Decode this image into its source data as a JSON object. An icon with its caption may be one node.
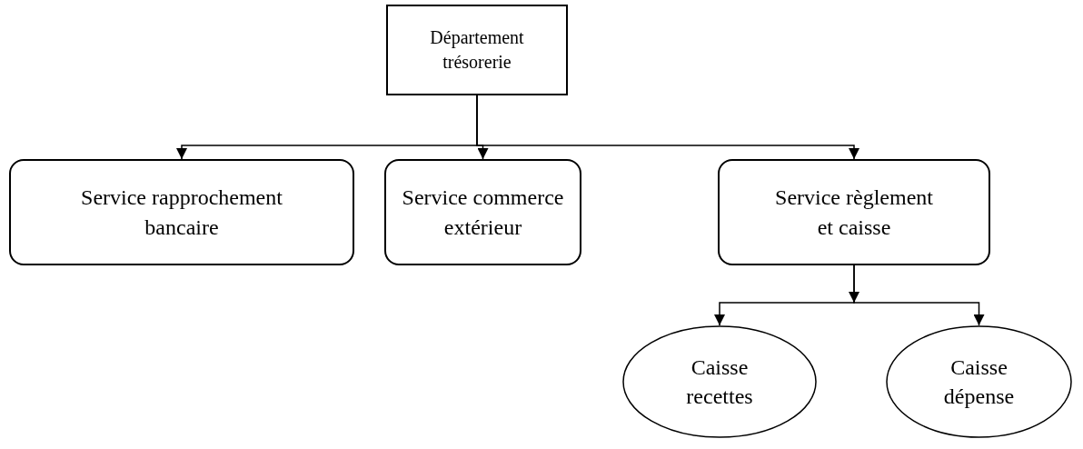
{
  "diagram": {
    "nodes": [
      {
        "text": [
          "Département trésorerie"
        ]
      },
      {
        "text": [
          "Service rapprochement bancaire"
        ]
      },
      {
        "text": [
          "Service commerce extérieur"
        ]
      },
      {
        "text": [
          "Service règlement et caisse"
        ]
      },
      {
        "text": [
          "Caisse recettes"
        ]
      },
      {
        "text": [
          "Caisse dépense"
        ]
      }
    ],
    "edges": [
      {
        "from": 0,
        "to": 1,
        "arrow": "to"
      },
      {
        "from": 0,
        "to": 2,
        "arrow": "to"
      },
      {
        "from": 0,
        "to": 3,
        "arrow": "to"
      },
      {
        "from": 3,
        "to": 4,
        "arrow": "to"
      },
      {
        "from": 3,
        "to": 5,
        "arrow": "to"
      }
    ]
  }
}
